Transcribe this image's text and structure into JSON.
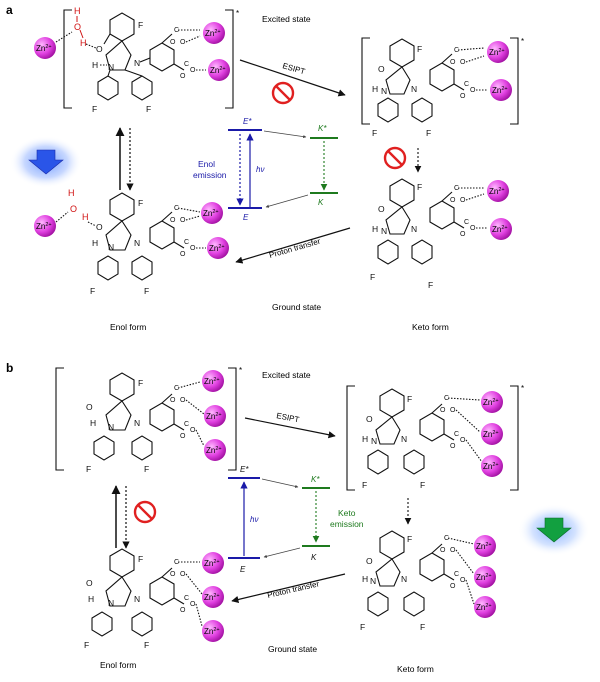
{
  "panel_a": {
    "letter": "a",
    "excited_state": "Excited state",
    "ground_state": "Ground state",
    "esipt": "ESIPT",
    "proton_transfer": "Proton transfer",
    "enol_form": "Enol form",
    "keto_form": "Keto form",
    "emission_line1": "Enol",
    "emission_line2": "emission",
    "e_star": "E*",
    "e_ground": "E",
    "k_star": "K*",
    "k_ground": "K",
    "hv": "hν",
    "bracket_star": "*",
    "emission_color": "#1a1aa8",
    "emission_arrow_color": "#3a55e0"
  },
  "panel_b": {
    "letter": "b",
    "excited_state": "Excited state",
    "ground_state": "Ground state",
    "esipt": "ESIPT",
    "proton_transfer": "Proton transfer",
    "enol_form": "Enol form",
    "keto_form": "Keto form",
    "emission_line1": "Keto",
    "emission_line2": "emission",
    "e_star": "E*",
    "e_ground": "E",
    "k_star": "K*",
    "k_ground": "K",
    "hv": "hν",
    "bracket_star": "*",
    "emission_color": "#1e7a1e",
    "emission_arrow_color": "#22a040"
  },
  "atoms": {
    "zn": "Zn",
    "zn_charge": "2+",
    "f": "F",
    "o": "O",
    "h": "H",
    "n": "N",
    "water_h": "H",
    "water_o": "O"
  },
  "colors": {
    "zn_fill": "#e040e0",
    "enol_level": "#1a1aa8",
    "keto_level": "#1e7a1e",
    "forbidden": "#e02020",
    "water": "#d01010"
  }
}
